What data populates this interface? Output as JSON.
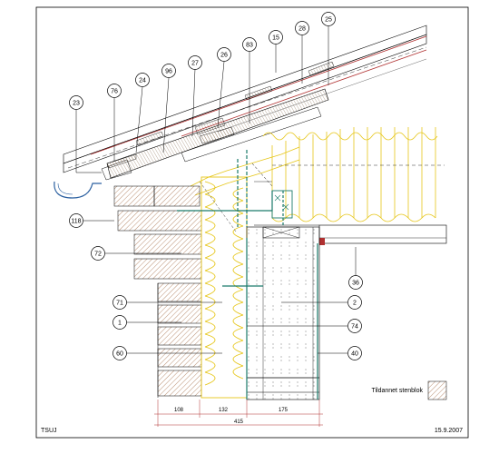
{
  "title_block": {
    "author": "TSUJ",
    "date": "15.9.2007"
  },
  "legend": {
    "label": "Tildannet stenblok"
  },
  "dimensions": {
    "segments": [
      "108",
      "132",
      "175"
    ],
    "total": "415"
  },
  "callouts": [
    {
      "id": "c23",
      "label": "23"
    },
    {
      "id": "c76",
      "label": "76"
    },
    {
      "id": "c24",
      "label": "24"
    },
    {
      "id": "c96",
      "label": "96"
    },
    {
      "id": "c27",
      "label": "27"
    },
    {
      "id": "c26",
      "label": "26"
    },
    {
      "id": "c83",
      "label": "83"
    },
    {
      "id": "c15",
      "label": "15"
    },
    {
      "id": "c28",
      "label": "28"
    },
    {
      "id": "c25",
      "label": "25"
    },
    {
      "id": "c118",
      "label": "118"
    },
    {
      "id": "c72",
      "label": "72"
    },
    {
      "id": "c36",
      "label": "36"
    },
    {
      "id": "c71",
      "label": "71"
    },
    {
      "id": "c2",
      "label": "2"
    },
    {
      "id": "c1",
      "label": "1"
    },
    {
      "id": "c74",
      "label": "74"
    },
    {
      "id": "c60",
      "label": "60"
    },
    {
      "id": "c40",
      "label": "40"
    }
  ],
  "colors": {
    "line": "#000000",
    "insulation": "#e6c619",
    "membrane": "#1a7a6a",
    "brick_hatch": "#8b4513",
    "timber_hatch": "#7a5a3a",
    "roof_red": "#b03030",
    "gutter": "#2a5fa0"
  }
}
